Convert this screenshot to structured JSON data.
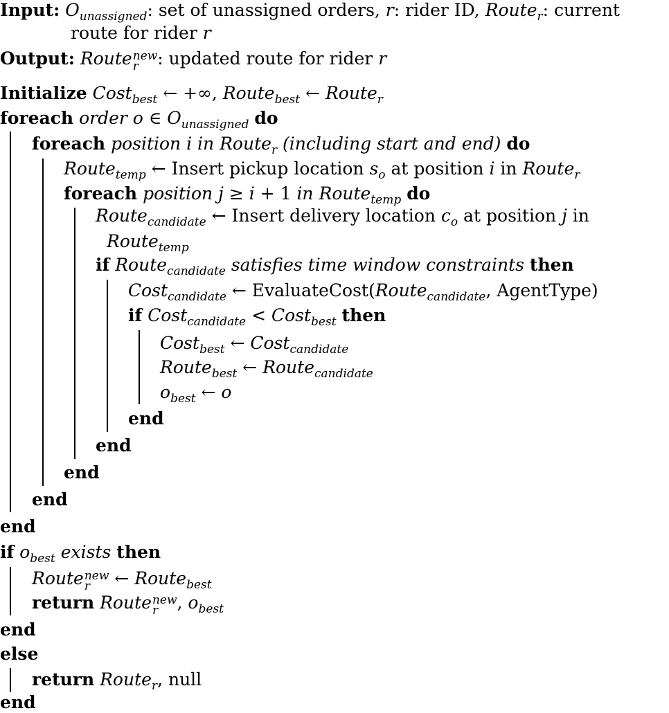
{
  "io": {
    "input_label": "Input:",
    "input_desc_1": ": set of unassigned orders, ",
    "input_desc_2": ": rider ID, ",
    "input_desc_3": ": current",
    "input_desc_4": "route for rider ",
    "output_label": "Output:",
    "output_desc": ": updated route for rider "
  },
  "sym": {
    "O": "O",
    "unassigned": "unassigned",
    "r": "r",
    "Route": "Route",
    "Cost": "Cost",
    "best": "best",
    "temp": "temp",
    "candidate": "candidate",
    "new": "new",
    "o": "o",
    "s": "s",
    "c": "c",
    "i": "i",
    "j": "j",
    "larr": "←",
    "inf": "+∞",
    "elem": "∈",
    "geq": "≥",
    "lt": "<",
    "comma": ",",
    "plus1": "+ 1",
    "null": "null",
    "evaluate": "EvaluateCost(",
    "agent": "AgentType)"
  },
  "kw": {
    "initialize": "Initialize",
    "foreach": "foreach",
    "do": "do",
    "if": "if",
    "then": "then",
    "end": "end",
    "else": "else",
    "return": "return"
  },
  "text": {
    "order": "order",
    "position": "position",
    "in": "in",
    "including": "(including start and end)",
    "insert_pickup": "Insert pickup location",
    "at_position": "at position",
    "insert_delivery": "Insert delivery location",
    "satisfies": "satisfies time window constraints",
    "exists": "exists",
    "in_rm": "in"
  }
}
